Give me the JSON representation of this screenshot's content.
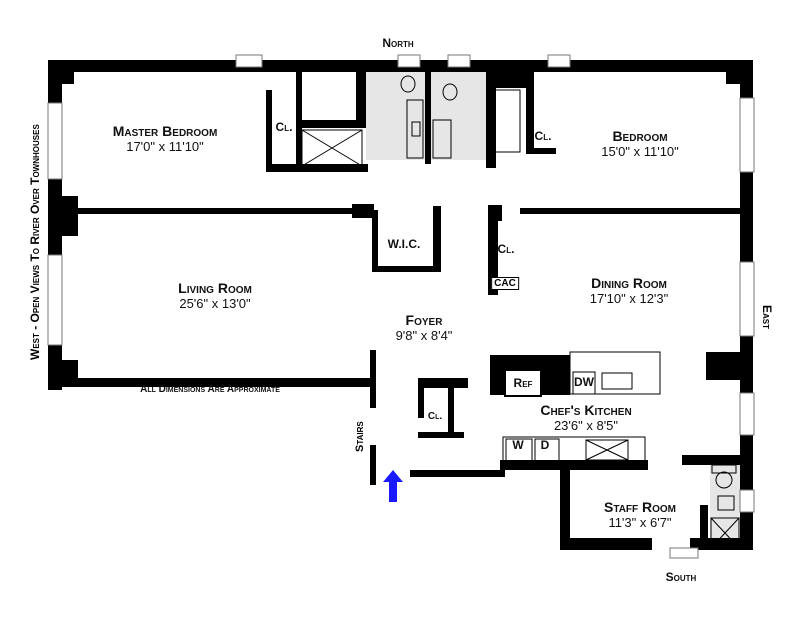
{
  "compass": {
    "north": "North",
    "south": "South",
    "east": "East",
    "west": "West - Open Views To River Over Townhouses"
  },
  "note": "All Dimensions Are Approximate",
  "rooms": {
    "master_bedroom": {
      "name": "Master Bedroom",
      "dims": "17'0\"  x  11'10\""
    },
    "bedroom": {
      "name": "Bedroom",
      "dims": "15'0\"  x  11'10\""
    },
    "living_room": {
      "name": "Living Room",
      "dims": "25'6\"  x  13'0\""
    },
    "dining_room": {
      "name": "Dining Room",
      "dims": "17'10\"  x  12'3\""
    },
    "foyer": {
      "name": "Foyer",
      "dims": "9'8\"  x  8'4\""
    },
    "kitchen": {
      "name": "Chef's Kitchen",
      "dims": "23'6\"  x  8'5\""
    },
    "staff_room": {
      "name": "Staff Room",
      "dims": "11'3\"  x  6'7\""
    }
  },
  "fixtures": {
    "closet": "Cl.",
    "wic": "W.I.C.",
    "cac": "CAC",
    "ref": "Ref",
    "dw": "DW",
    "washer": "W",
    "dryer": "D",
    "stairs": "Stairs"
  },
  "colors": {
    "wall": "#000000",
    "bath_fill": "#e6e6e6",
    "entry_arrow": "#1a1aff"
  }
}
